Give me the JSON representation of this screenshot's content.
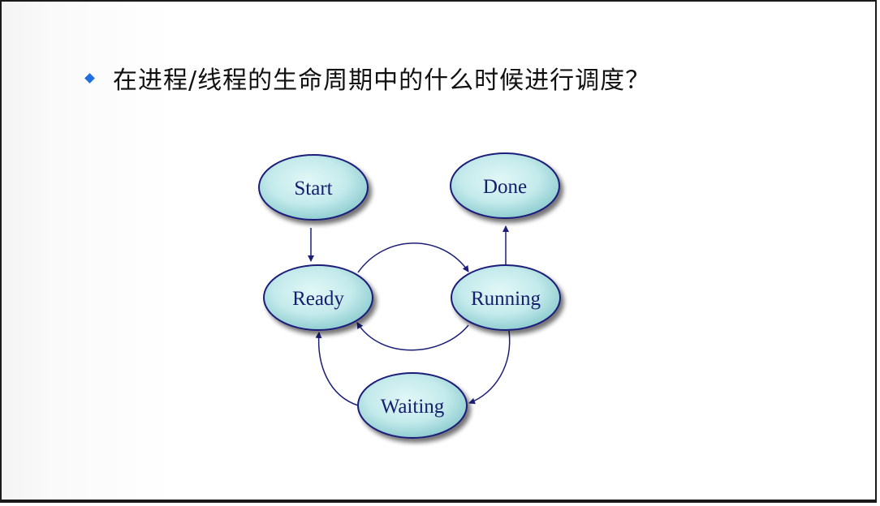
{
  "slide": {
    "question": "在进程/线程的生命周期中的什么时候进行调度？"
  },
  "diagram": {
    "states": {
      "start": "Start",
      "done": "Done",
      "ready": "Ready",
      "running": "Running",
      "waiting": "Waiting"
    }
  },
  "colors": {
    "bullet": "#1f6fe0",
    "node_fill_center": "#e2f7f7",
    "node_fill_edge": "#86c8cc",
    "node_stroke": "#1c1f7a",
    "arrow": "#1c1f7a",
    "label": "#14206e"
  }
}
